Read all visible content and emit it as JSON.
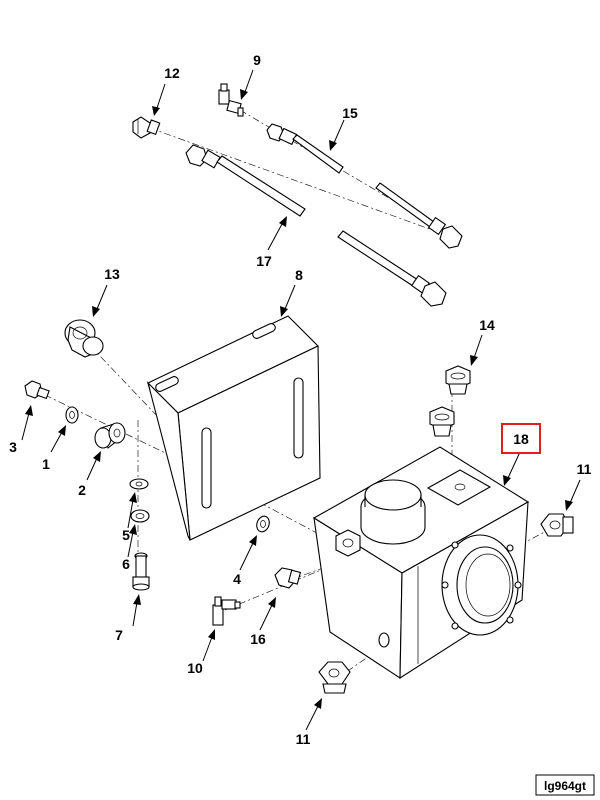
{
  "figure_id": "lg964gt",
  "highlighted_callout": "18",
  "callouts": [
    {
      "id": "c1",
      "label": "1"
    },
    {
      "id": "c2",
      "label": "2"
    },
    {
      "id": "c3",
      "label": "3"
    },
    {
      "id": "c4",
      "label": "4"
    },
    {
      "id": "c5",
      "label": "5"
    },
    {
      "id": "c6",
      "label": "6"
    },
    {
      "id": "c7",
      "label": "7"
    },
    {
      "id": "c8",
      "label": "8"
    },
    {
      "id": "c9",
      "label": "9"
    },
    {
      "id": "c10",
      "label": "10"
    },
    {
      "id": "c11a",
      "label": "11"
    },
    {
      "id": "c11b",
      "label": "11"
    },
    {
      "id": "c12",
      "label": "12"
    },
    {
      "id": "c13",
      "label": "13"
    },
    {
      "id": "c14",
      "label": "14"
    },
    {
      "id": "c15",
      "label": "15"
    },
    {
      "id": "c16",
      "label": "16"
    },
    {
      "id": "c17",
      "label": "17"
    },
    {
      "id": "c18",
      "label": "18"
    }
  ]
}
